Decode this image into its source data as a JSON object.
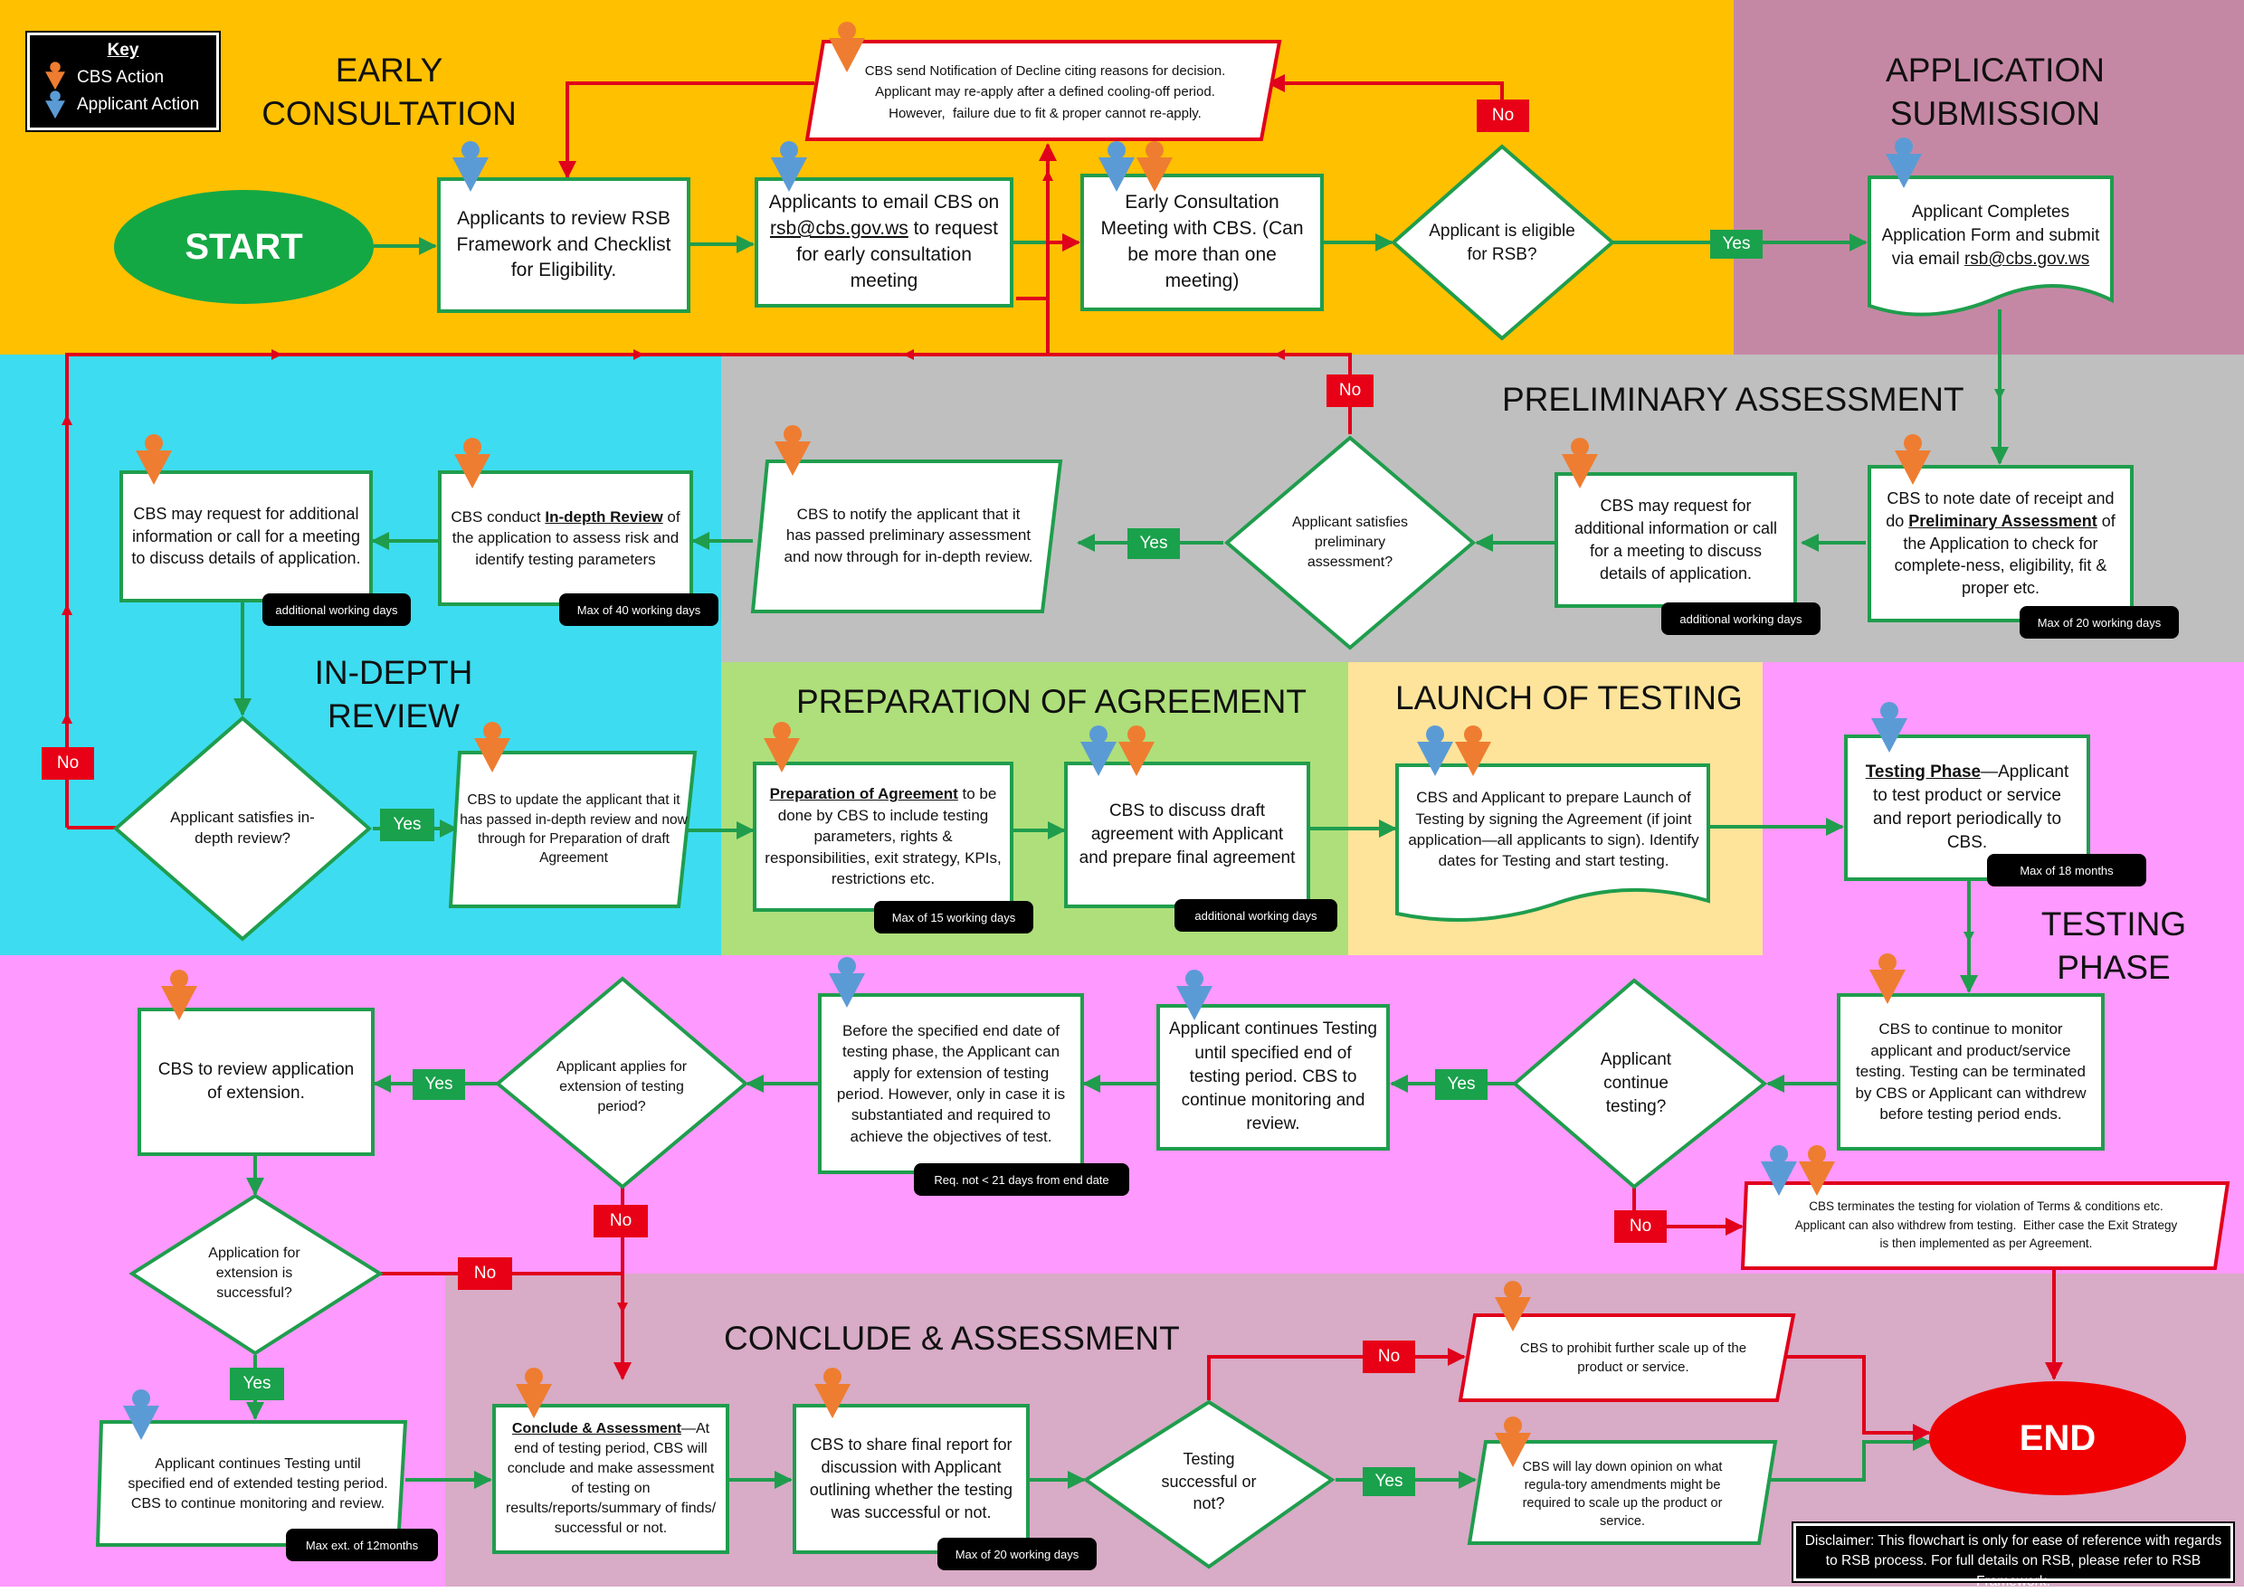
{
  "key": {
    "title": "Key",
    "cbs": "CBS Action",
    "applicant": "Applicant Action"
  },
  "colors": {
    "cbs_icon": "#ee7d31",
    "applicant_icon": "#5b9bd5",
    "green_line": "#1f9d4d",
    "red_line": "#e0001b",
    "early": "#ffc000",
    "submission": "#c588a4",
    "preliminary": "#bfbfbf",
    "indepth": "#3edcf0",
    "agreement": "#aedf7a",
    "launch": "#fde49a",
    "testing": "#fe99ff",
    "conclude": "#d8abc6"
  },
  "zones": {
    "early": "EARLY\nCONSULTATION",
    "submission": "APPLICATION\nSUBMISSION",
    "preliminary": "PRELIMINARY ASSESSMENT",
    "indepth": "IN-DEPTH\nREVIEW",
    "agreement": "PREPARATION OF AGREEMENT",
    "launch": "LAUNCH OF TESTING",
    "testing": "TESTING\nPHASE",
    "conclude": "CONCLUDE & ASSESSMENT"
  },
  "terminals": {
    "start": "START",
    "end": "END"
  },
  "nodes": {
    "review_framework": "Applicants to review RSB Framework and Checklist for Eligibility.",
    "email_pre": "Applicants to email CBS on ",
    "email_link": "rsb@cbs.gov.ws",
    "email_post": " to request for early consultation meeting",
    "early_meeting": "Early Consultation Meeting with CBS.  (Can be more than one meeting)",
    "eligible": "Applicant is eligible for RSB?",
    "decline": "CBS send Notification of Decline citing reasons for decision.\nApplicant may re-apply after a defined cooling-off period.\nHowever,  failure due to fit & proper cannot re-apply.",
    "submit_pre": "Applicant Completes Application Form and submit via email ",
    "submit_link": "rsb@cbs.gov.ws",
    "prelim_pre": "CBS to note date of receipt and do ",
    "prelim_bold": "Preliminary Assessment",
    "prelim_post": " of the Application to check for complete-ness, eligibility, fit & proper etc.",
    "prelim_request": "CBS may request for additional information or call for a meeting to discuss details of application.",
    "prelim_satisfies": "Applicant satisfies preliminary assessment?",
    "notify_passed": "CBS to notify the applicant that it has passed preliminary assessment and now through for in-depth review.",
    "indepth_pre": "CBS conduct ",
    "indepth_bold": "In-depth Review",
    "indepth_post": " of the application to assess risk and identify testing parameters",
    "indepth_request": "CBS may request for additional information or call for a meeting to discuss details of application.",
    "indepth_satisfies": "Applicant satisfies in-depth review?",
    "update_passed": "CBS to update the applicant that it has passed in-depth review and now through for Preparation of draft Agreement",
    "prep_bold": "Preparation of Agreement",
    "prep_post": " to be done by CBS to include testing parameters, rights & responsibilities, exit strategy, KPIs, restrictions etc.",
    "discuss_draft": "CBS to discuss draft agreement with Applicant and prepare final agreement",
    "launch": "CBS and Applicant to prepare Launch of Testing by signing the Agreement (if joint application—all applicants to sign). Identify dates for Testing and start testing.",
    "testing_bold": "Testing Phase",
    "testing_post": "—Applicant to test product or service and report periodically to CBS.",
    "monitor": "CBS to continue to monitor applicant and product/service testing.  Testing can be terminated by CBS or Applicant can withdrew before testing period ends.",
    "continue_testing": "Applicant continue testing?",
    "terminates": "CBS terminates the testing for violation of Terms & conditions etc.\nApplicant can also withdrew from testing.  Either case the Exit Strategy\nis then implemented as per Agreement.",
    "continues_until": "Applicant continues Testing until specified end of testing period.  CBS to continue monitoring and review.",
    "extension_apply": "Before the specified end date of testing phase, the Applicant can apply for extension of testing period.  However, only in case it is substantiated and required to achieve the objectives of test.",
    "applies_extension": "Applicant applies for extension of testing period?",
    "review_extension": "CBS to review application of extension.",
    "extension_success": "Application for extension is successful?",
    "continues_extended": "Applicant continues Testing until specified end of extended testing period.  CBS to continue monitoring and review.",
    "conclude_bold": "Conclude & Assessment",
    "conclude_post": "—At end of testing period, CBS will conclude and make assessment of testing on results/reports/summary of finds/ successful or not.",
    "final_report": "CBS to share final report for discussion with Applicant outlining whether the testing was successful or not.",
    "testing_successful": "Testing successful or not?",
    "prohibit": "CBS to prohibit further scale up of the product or service.",
    "lay_down": "CBS will lay down opinion on what regula-tory amendments might be required to scale up the product or service."
  },
  "tags": {
    "prelim_max": "Max of 20 working days",
    "prelim_additional": "additional working days",
    "indepth_max": "Max of 40 working days",
    "indepth_additional": "additional working days",
    "prep_max": "Max of 15 working days",
    "discuss_additional": "additional working days",
    "testing_max": "Max of 18 months",
    "extension_req": "Req. not < 21 days from end date",
    "ext_max": "Max ext. of 12months",
    "report_max": "Max of 20 working days"
  },
  "labels": {
    "yes": "Yes",
    "no": "No"
  },
  "disclaimer": "Disclaimer:  This flowchart is only for ease of reference with regards to RSB process.  For full details on RSB, please refer to RSB Framework."
}
